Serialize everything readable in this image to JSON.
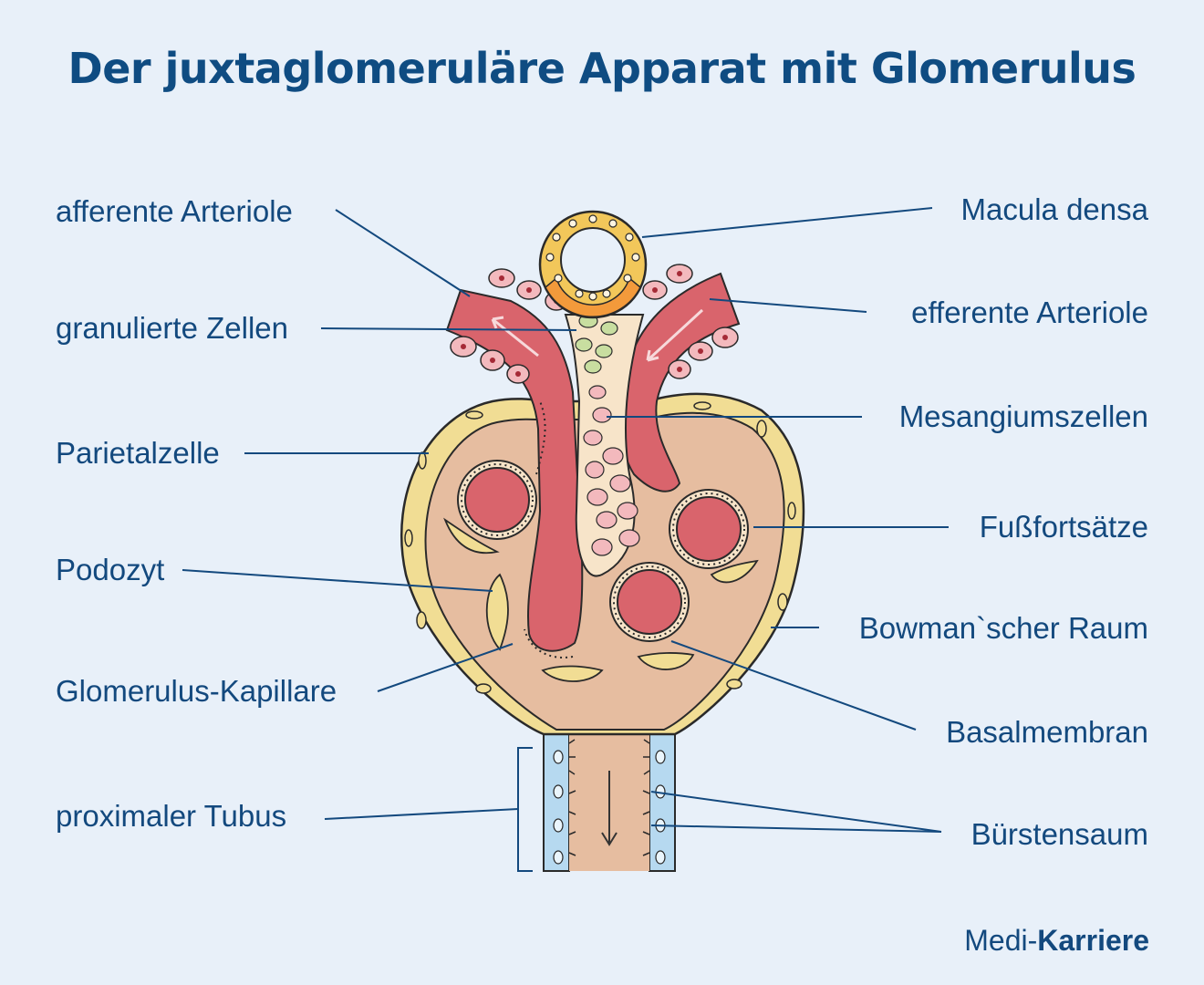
{
  "title": "Der juxtaglomeruläre Apparat mit Glomerulus",
  "labels": {
    "afferente_arteriole": "afferente Arteriole",
    "granulierte_zellen": "granulierte Zellen",
    "parietalzelle": "Parietalzelle",
    "podozyt": "Podozyt",
    "glomerulus_kapillare": "Glomerulus-Kapillare",
    "proximaler_tubus": "proximaler Tubus",
    "macula_densa": "Macula densa",
    "efferente_arteriole": "efferente Arteriole",
    "mesangiumszellen": "Mesangiumszellen",
    "fussfortsaetze": "Fußfortsätze",
    "bowman_raum": "Bowman`scher Raum",
    "basalmembran": "Basalmembran",
    "buerstensaum": "Bürstensaum"
  },
  "brand": {
    "regular": "Medi-",
    "bold": "Karriere"
  },
  "colors": {
    "background": "#e8f0f9",
    "title": "#0f4c82",
    "label": "#13497e",
    "arteriole": "#d9646c",
    "capsule_space": "#e6bda0",
    "parietal_cells": "#f1dd94",
    "mesangial_cells": "#f3b9bd",
    "macula_densa": "#f2c75a",
    "brush_border": "#b6d9f0"
  }
}
